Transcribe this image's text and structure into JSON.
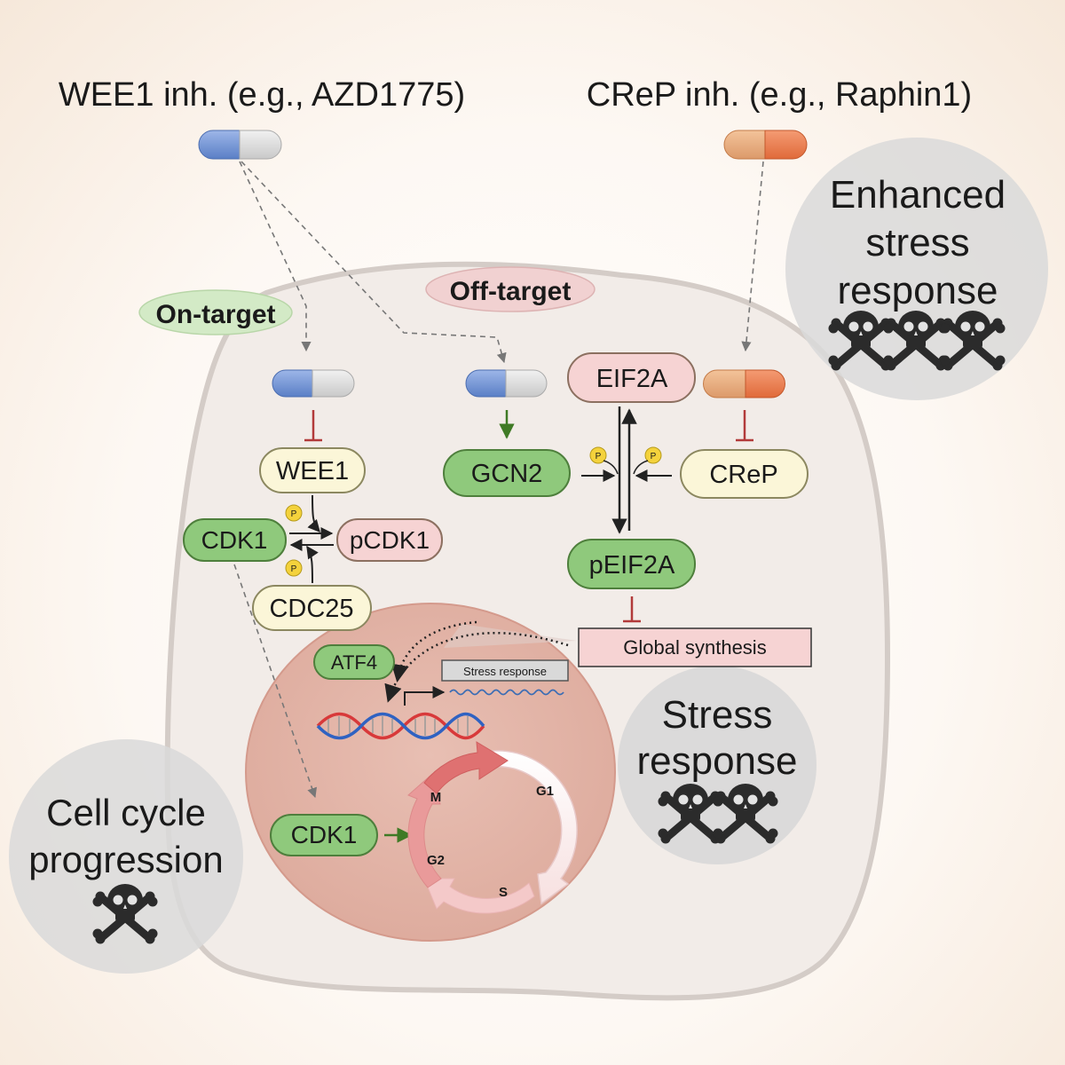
{
  "drugs": {
    "wee1_inhibitor": "WEE1 inh. (e.g., AZD1775)",
    "crep_inhibitor": "CReP inh. (e.g., Raphin1)"
  },
  "tags": {
    "on_target": "On-target",
    "off_target": "Off-target"
  },
  "nodes": {
    "wee1": "WEE1",
    "cdk1": "CDK1",
    "pcdk1": "pCDK1",
    "cdc25": "CDC25",
    "gcn2": "GCN2",
    "eif2a": "EIF2A",
    "peif2a": "pEIF2A",
    "crep": "CReP",
    "global_synthesis": "Global synthesis",
    "atf4": "ATF4",
    "stress_response_gene": "Stress response",
    "nuclear_cdk1": "CDK1",
    "phospho": "P"
  },
  "cell_cycle": {
    "phases": [
      "M",
      "G1",
      "S",
      "G2"
    ]
  },
  "outcomes": {
    "enhanced_stress": [
      "Enhanced",
      "stress",
      "response"
    ],
    "stress": [
      "Stress",
      "response"
    ],
    "cell_cycle": [
      "Cell cycle",
      "progression"
    ]
  },
  "colors": {
    "blue_capsule": "#6b8fd3",
    "orange_capsule": "#e9875a",
    "green_node": "#8fc97c",
    "yellow_node": "#fbf6d8",
    "pink_node": "#f6d3d3",
    "inhibit": "#b23a3a",
    "activate": "#3f7a25"
  },
  "icons": [
    "capsule-icon",
    "skull-crossbones-icon",
    "dna-icon",
    "phosphate-icon",
    "cell-cycle-icon"
  ]
}
